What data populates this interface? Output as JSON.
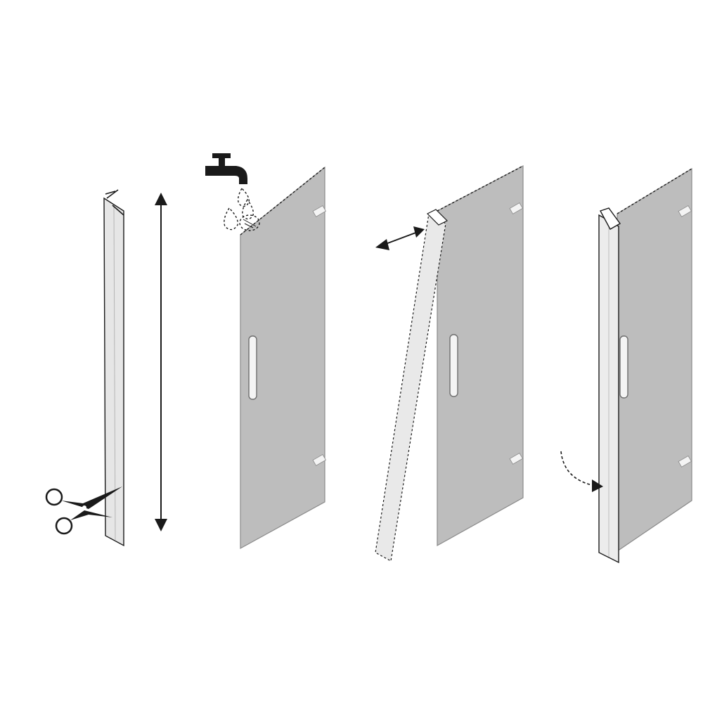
{
  "diagram": {
    "steps": [
      {
        "action": "measure-and-cut-strip",
        "icons": [
          "scissors-icon",
          "length-arrow-icon"
        ]
      },
      {
        "action": "wet-door-glass",
        "icons": [
          "water-tap-icon",
          "water-drops-icon"
        ]
      },
      {
        "action": "position-strip-on-edge",
        "icons": [
          "double-arrow-icon"
        ]
      },
      {
        "action": "press-strip-onto-edge",
        "icons": [
          "curved-arrow-icon"
        ]
      }
    ],
    "colors": {
      "glass": "#bdbdbd",
      "strip": "#e6e6e6",
      "outline": "#1a1a1a",
      "handle": "#f4f4f4",
      "background": "#ffffff"
    }
  }
}
